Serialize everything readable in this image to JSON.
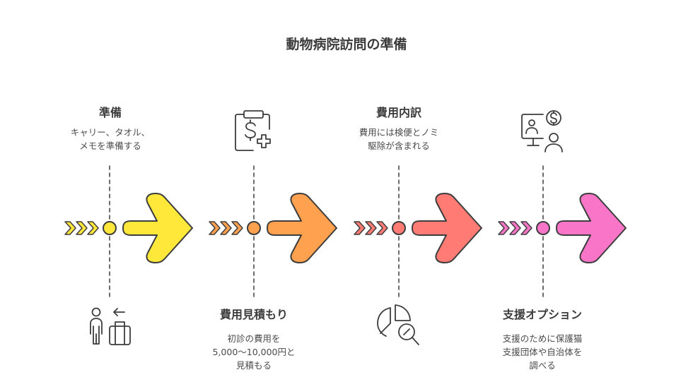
{
  "title": "動物病院訪問の準備",
  "colors": {
    "stroke": "#3d3d3d",
    "yellow": "#ffe83a",
    "orange": "#ffa14f",
    "red": "#ff7b74",
    "pink": "#f875c8"
  },
  "steps": [
    {
      "heading": "準備",
      "lines": [
        "キャリー、タオル、",
        "メモを準備する"
      ],
      "icon": "person-luggage-icon",
      "color": "yellow"
    },
    {
      "heading": "費用見積もり",
      "lines": [
        "初診の費用を",
        "5,000〜10,000円と",
        "見積もる"
      ],
      "icon": "clipboard-dollar-plus-icon",
      "color": "orange"
    },
    {
      "heading": "費用内訳",
      "lines": [
        "費用には検便とノミ",
        "駆除が含まれる"
      ],
      "icon": "pie-chart-magnifier-icon",
      "color": "red"
    },
    {
      "heading": "支援オプション",
      "lines": [
        "支援のために保護猫",
        "支援団体や自治体を",
        "調べる"
      ],
      "icon": "monitor-dollar-person-icon",
      "color": "pink"
    }
  ]
}
